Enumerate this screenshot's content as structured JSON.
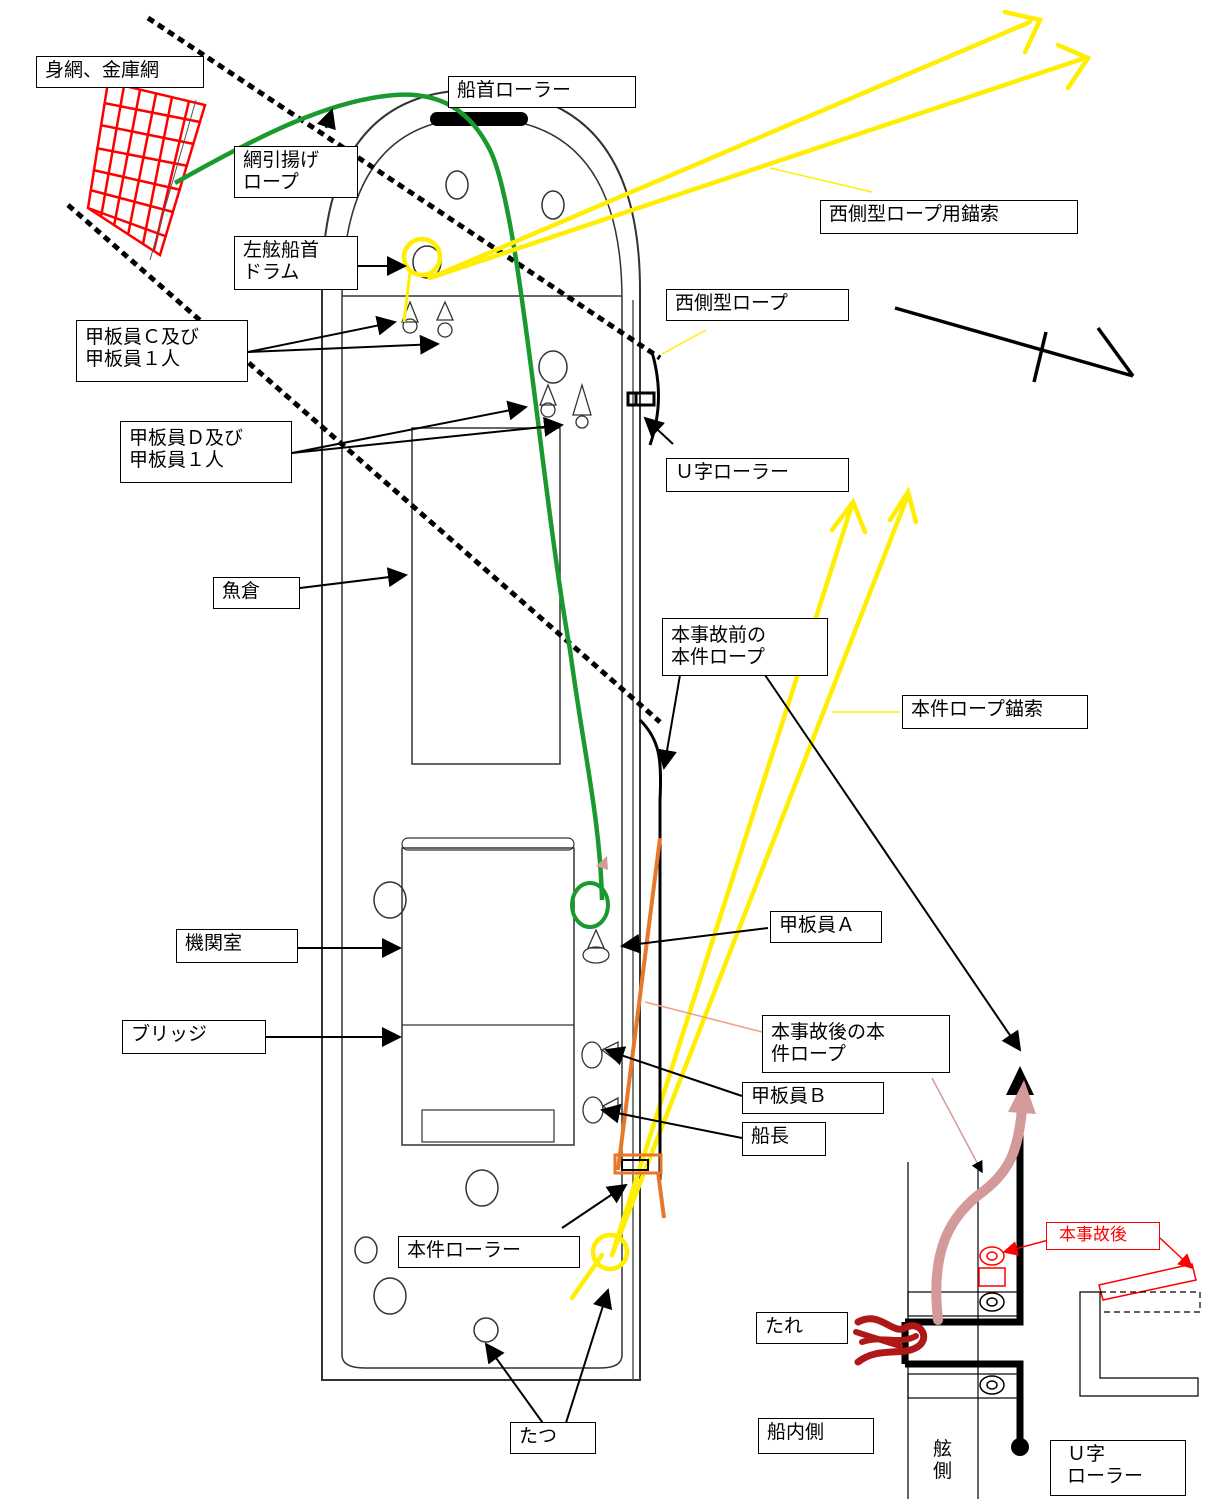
{
  "labels": {
    "main_net": "身網、金庫網",
    "bow_roller": "船首ローラー",
    "net_haul_rope": "網引揚げ\nロープ",
    "west_rope_anchor": "西側型ロープ用錨索",
    "port_bow_drum": "左舷船首\nドラム",
    "west_rope": "西側型ロープ",
    "crew_c": "甲板員Ｃ及び\n甲板員１人",
    "crew_d": "甲板員Ｄ及び\n甲板員１人",
    "u_roller": "Ｕ字ローラー",
    "fish_hold": "魚倉",
    "rope_before": "本事故前の\n本件ロープ",
    "rope_anchor": "本件ロープ錨索",
    "engine_room": "機関室",
    "crew_a": "甲板員Ａ",
    "bridge": "ブリッジ",
    "rope_after": "本事故後の本\n件ロープ",
    "crew_b": "甲板員Ｂ",
    "captain": "船長",
    "roller": "本件ローラー",
    "after_accident": "本事故後",
    "tare": "たれ",
    "tatsu": "たつ",
    "inboard": "船内側",
    "gunwale": "舷\n側",
    "u_roller_inset": "Ｕ字\nローラー"
  },
  "colors": {
    "net": "#ff0000",
    "net_rope": "#1a9a2e",
    "anchor_rope": "#ffee00",
    "rope_after": "#e8772a",
    "rope_after_inset": "#d49a9a",
    "tare": "#b01818",
    "line": "#000000"
  }
}
